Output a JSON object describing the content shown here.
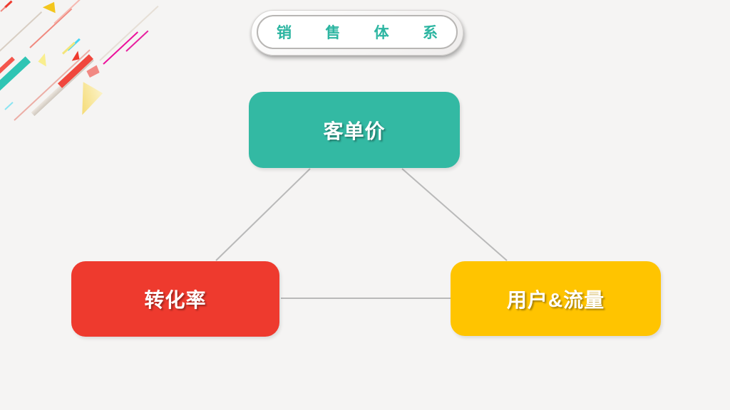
{
  "slide": {
    "title": "销售体系",
    "title_color": "#2cb5a1",
    "background": "#f5f4f3"
  },
  "diagram": {
    "nodes": [
      {
        "id": "avg-order-value",
        "label": "客单价",
        "color": "#33b9a3"
      },
      {
        "id": "conversion-rate",
        "label": "转化率",
        "color": "#ee3a2e"
      },
      {
        "id": "users-traffic",
        "label": "用户&流量",
        "color": "#ffc400"
      }
    ],
    "connections": [
      {
        "from": "avg-order-value",
        "to": "conversion-rate"
      },
      {
        "from": "avg-order-value",
        "to": "users-traffic"
      },
      {
        "from": "conversion-rate",
        "to": "users-traffic"
      }
    ],
    "connector_color": "#b9b9b9"
  },
  "decoration": {
    "palette": [
      "#2fc5b4",
      "#f0473d",
      "#f3c61d",
      "#ec119b",
      "#49d6f2",
      "#d8cec3",
      "#f18983"
    ]
  }
}
